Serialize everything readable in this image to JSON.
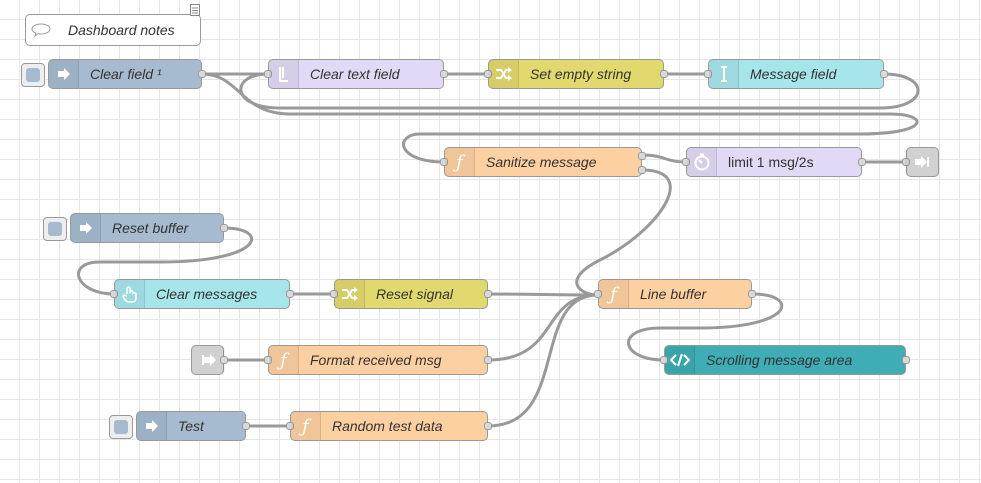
{
  "comment": {
    "label": "Dashboard notes"
  },
  "nodes": {
    "clear_field": {
      "label": "Clear field ¹"
    },
    "clear_text_field": {
      "label": "Clear text field"
    },
    "set_empty_string": {
      "label": "Set empty string"
    },
    "message_field": {
      "label": "Message field"
    },
    "sanitize_message": {
      "label": "Sanitize message"
    },
    "limit": {
      "label": "limit 1 msg/2s"
    },
    "reset_buffer": {
      "label": "Reset buffer"
    },
    "clear_messages": {
      "label": "Clear messages"
    },
    "reset_signal": {
      "label": "Reset signal"
    },
    "line_buffer": {
      "label": "Line buffer"
    },
    "format_received": {
      "label": "Format received msg"
    },
    "scrolling_area": {
      "label": "Scrolling message area"
    },
    "test": {
      "label": "Test"
    },
    "random_test_data": {
      "label": "Random test data"
    }
  },
  "colors": {
    "inject": "#a6bbcf",
    "template": "#e2d9f6",
    "change": "#e2d96e",
    "ui_input": "#a6e5ea",
    "function": "#fdd0a2",
    "delay": "#e2d9f6",
    "link": "#dddddd",
    "ui_template": "#3fadb5"
  },
  "icons": {
    "inject": "inject-arrow-icon",
    "template": "bracket-icon",
    "change": "shuffle-icon",
    "text_input": "text-cursor-icon",
    "function": "function-icon",
    "delay": "timer-icon",
    "link_out": "link-out-icon",
    "link_in": "link-in-icon",
    "button": "hand-pointer-icon",
    "ui_template": "code-icon",
    "comment": "speech-bubble-icon",
    "note": "note-icon"
  }
}
